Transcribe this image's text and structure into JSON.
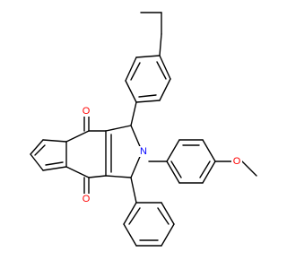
{
  "colors": {
    "background": "#ffffff",
    "bond": "#000000",
    "oxygen": "#ff0000",
    "nitrogen": "#0000ff"
  },
  "atom_labels": {
    "carbonyl_oxygen_top": "O",
    "carbonyl_oxygen_bottom": "O",
    "pyrrole_nitrogen": "N",
    "methoxy_oxygen": "O"
  }
}
